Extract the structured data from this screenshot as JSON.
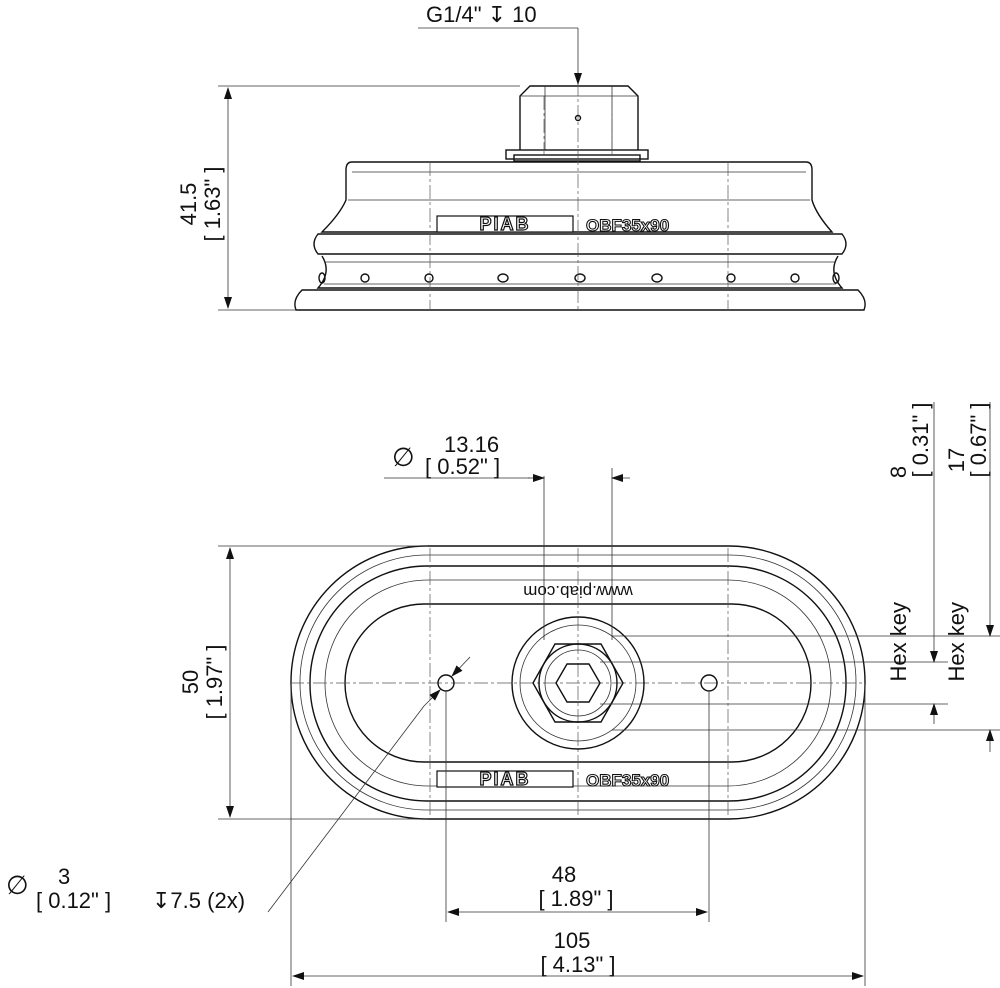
{
  "thread_callout": {
    "text": "G1/4\" ↧ 10"
  },
  "height_dim": {
    "mm": "41.5",
    "inch": "[ 1.63\" ]"
  },
  "side_view": {
    "brand": "PIAB",
    "model": "OBF35x90"
  },
  "bore_dim": {
    "symbol": "∅",
    "mm": "13.16",
    "inch": "[ 0.52\" ]"
  },
  "hex8": {
    "mm": "8",
    "inch": "[ 0.31\" ]",
    "label": "Hex key"
  },
  "hex17": {
    "mm": "17",
    "inch": "[ 0.67\" ]",
    "label": "Hex key"
  },
  "width_dim": {
    "mm": "50",
    "inch": "[ 1.97\" ]"
  },
  "top_view": {
    "url": "www.piab.com",
    "brand": "PIAB",
    "model": "OBF35x90"
  },
  "hole_dim": {
    "symbol": "∅",
    "mm": "3",
    "inch": "[ 0.12\" ]",
    "depth": "↧7.5 (2x)"
  },
  "pitch_dim": {
    "mm": "48",
    "inch": "[ 1.89\" ]"
  },
  "length_dim": {
    "mm": "105",
    "inch": "[ 4.13\" ]"
  }
}
